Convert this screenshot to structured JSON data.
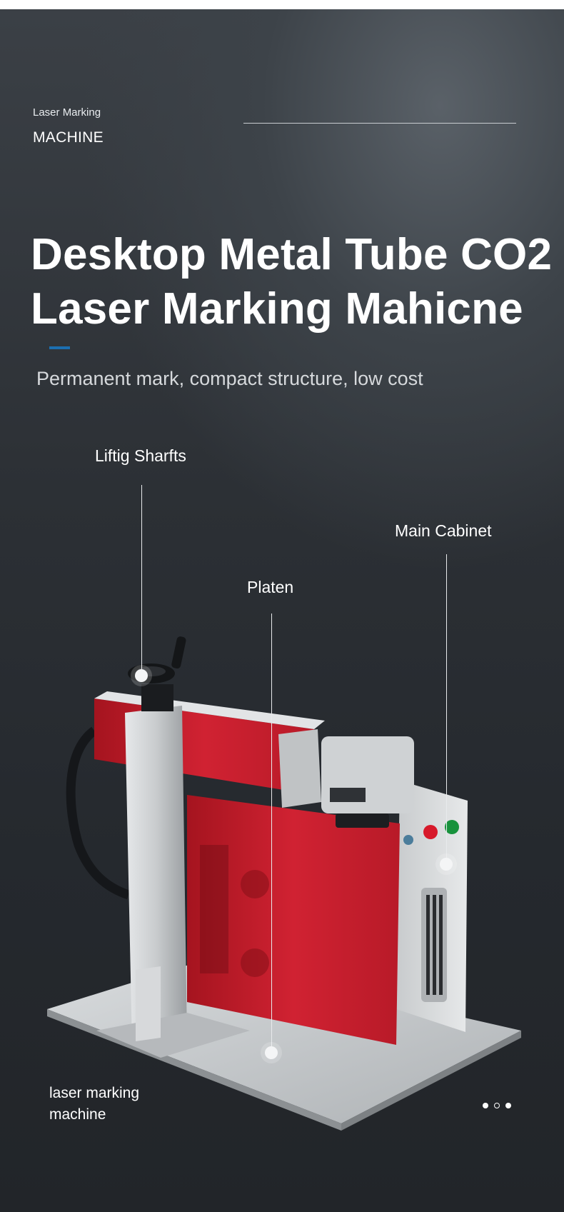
{
  "header": {
    "kicker": "Laser Marking",
    "kicker_sub": "MACHINE"
  },
  "hero": {
    "title_line1": "Desktop Metal Tube CO2",
    "title_line2": "Laser Marking Mahicne",
    "subtitle": "Permanent mark, compact structure, low cost"
  },
  "callouts": {
    "lifting": "Liftig Sharfts",
    "platen": "Platen",
    "cabinet": "Main Cabinet"
  },
  "footer": {
    "caption_line1": "laser marking",
    "caption_line2": "machine"
  },
  "pager": {
    "count": 3,
    "active": [
      0,
      2
    ]
  },
  "colors": {
    "accent": "#1c6fb0",
    "cabinet_red": "#c8202f",
    "background": "#2c3035"
  }
}
